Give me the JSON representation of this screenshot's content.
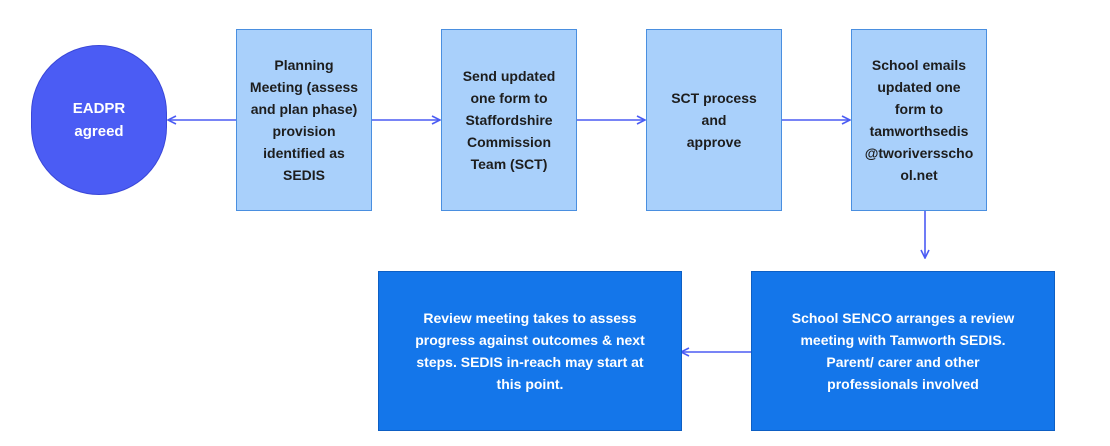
{
  "nodes": {
    "eadpr": "EADPR\nagreed",
    "planning": "Planning\nMeeting (assess\nand plan phase)\nprovision\nidentified as\nSEDIS",
    "send_form": "Send updated\none form to\nStaffordshire\nCommission\nTeam (SCT)",
    "sct": "SCT process\nand\napprove",
    "school_emails": "School emails\nupdated one\nform to\ntamworthsedis\n@tworiversscho\nol.net",
    "senco": "School SENCO arranges a review\nmeeting with  Tamworth SEDIS.\nParent/ carer and other\nprofessionals involved",
    "review": "Review meeting takes to assess\nprogress against outcomes & next\nsteps. SEDIS in-reach may start at\nthis point."
  },
  "colors": {
    "light_fill": "#a9d0fb",
    "dark_fill": "#1476ea",
    "oval_fill": "#4b5cf4",
    "arrow": "#4b5cf4"
  }
}
